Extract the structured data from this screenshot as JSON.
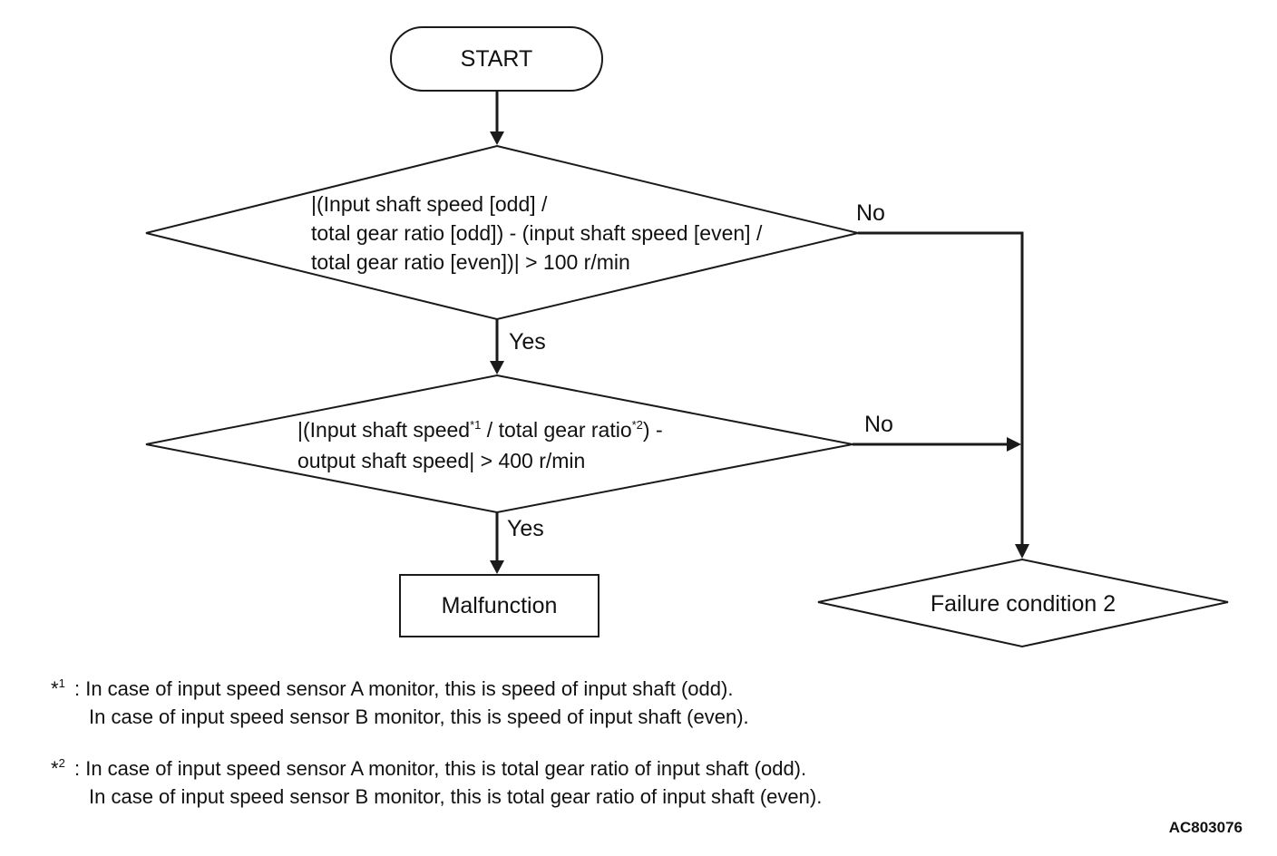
{
  "flowchart": {
    "start": "START",
    "decision1": {
      "lines": [
        "|(Input shaft speed [odd] /",
        "total gear ratio [odd]) - (input shaft speed [even] /",
        "total gear ratio [even])| > 100 r/min"
      ],
      "no_label": "No",
      "yes_label": "Yes"
    },
    "decision2": {
      "line1_a": "|(Input shaft speed",
      "line1_sup1": "*1",
      "line1_b": " / total gear ratio",
      "line1_sup2": "*2",
      "line1_c": ") -",
      "line2": "output shaft speed| > 400 r/min",
      "no_label": "No",
      "yes_label": "Yes"
    },
    "malfunction": "Malfunction",
    "failure": "Failure condition 2"
  },
  "footnotes": [
    {
      "mark": "*",
      "sup": "1",
      "lines": [
        ": In case of input speed sensor A monitor, this is speed of input shaft (odd).",
        "In case of input speed sensor B monitor, this is speed of input shaft (even)."
      ]
    },
    {
      "mark": "*",
      "sup": "2",
      "lines": [
        ": In case of input speed sensor A monitor, this is total gear ratio of input shaft (odd).",
        "In case of input speed sensor B monitor, this is total gear ratio of input shaft (even)."
      ]
    }
  ],
  "reference_code": "AC803076"
}
